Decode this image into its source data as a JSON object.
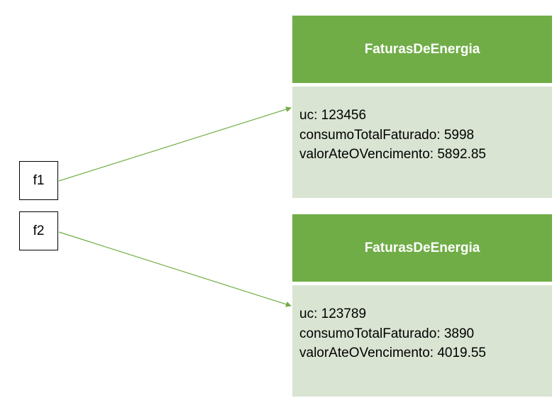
{
  "colors": {
    "header_fill": "#70ad47",
    "body_fill": "#d9e4d2",
    "arrow": "#70ad47"
  },
  "references": [
    {
      "label": "f1"
    },
    {
      "label": "f2"
    }
  ],
  "objects": [
    {
      "class_name": "FaturasDeEnergia",
      "fields": [
        "uc: 123456",
        "consumoTotalFaturado: 5998",
        "valorAteOVencimento: 5892.85"
      ]
    },
    {
      "class_name": "FaturasDeEnergia",
      "fields": [
        "uc: 123789",
        "consumoTotalFaturado: 3890",
        "valorAteOVencimento: 4019.55"
      ]
    }
  ]
}
